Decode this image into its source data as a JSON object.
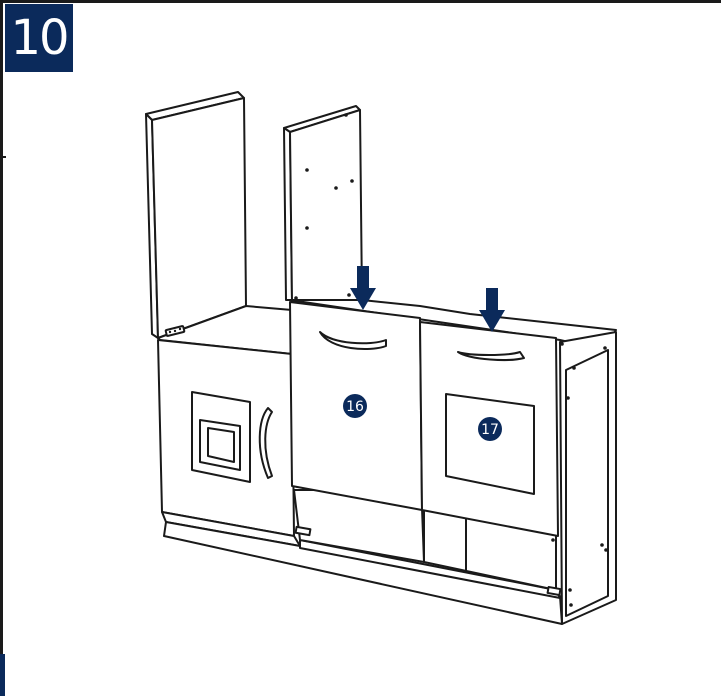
{
  "step": {
    "number": "10"
  },
  "parts": [
    {
      "id": "part-16",
      "label": "16"
    },
    {
      "id": "part-17",
      "label": "17"
    }
  ],
  "colors": {
    "accent": "#0b2a5b",
    "line": "#1a1a1a",
    "background": "#ffffff"
  }
}
